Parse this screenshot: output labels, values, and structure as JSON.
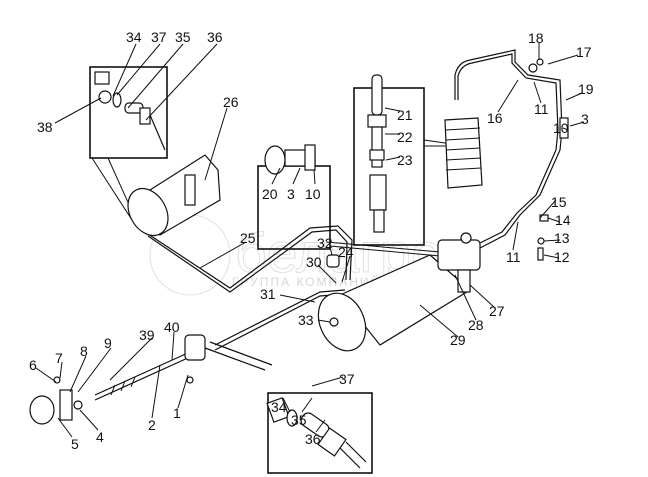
{
  "diagram": {
    "watermark": {
      "brand": "белагро",
      "subtitle": "ГРУППА КОМПАНИЙ"
    },
    "labels": [
      "34",
      "37",
      "35",
      "36",
      "38",
      "26",
      "21",
      "22",
      "23",
      "20",
      "3",
      "10",
      "18",
      "17",
      "19",
      "16",
      "11",
      "10",
      "3",
      "15",
      "14",
      "13",
      "12",
      "11",
      "25",
      "32",
      "24",
      "30",
      "31",
      "27",
      "28",
      "29",
      "33",
      "40",
      "39",
      "9",
      "8",
      "7",
      "6",
      "5",
      "4",
      "2",
      "1",
      "37",
      "34",
      "35",
      "36"
    ]
  }
}
